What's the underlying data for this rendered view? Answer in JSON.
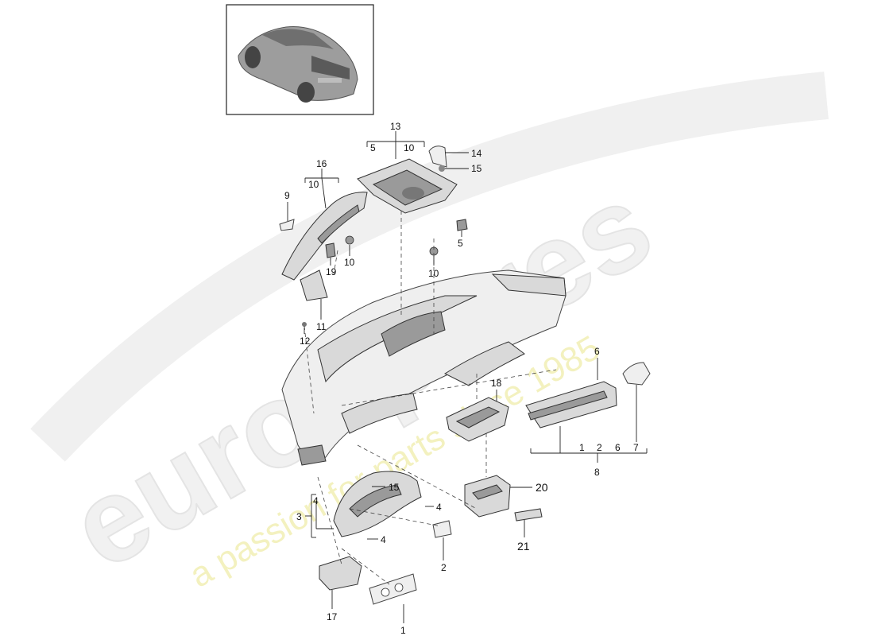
{
  "watermark": {
    "brand": "eurospares",
    "tagline": "a passion for parts since 1985"
  },
  "callouts": {
    "c1": "1",
    "c2": "2",
    "c3": "3",
    "c4a": "4",
    "c4b": "4",
    "c4c": "4",
    "c5a": "5",
    "c5b": "5",
    "c6": "6",
    "c8": "8",
    "c9": "9",
    "c10a": "10",
    "c10b": "10",
    "c10c": "10",
    "c10d": "10",
    "c11": "11",
    "c12": "12",
    "c13": "13",
    "c14": "14",
    "c15a": "15",
    "c15b": "15",
    "c16": "16",
    "c17": "17",
    "c18": "18",
    "c19": "19",
    "c20": "20",
    "c21": "21"
  },
  "group8": [
    "1",
    "2",
    "6",
    "7"
  ],
  "group13": [
    "5",
    "10"
  ]
}
